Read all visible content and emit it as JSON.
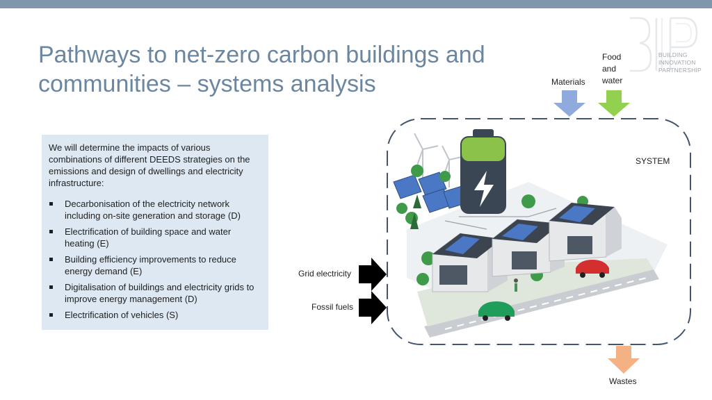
{
  "slide": {
    "title": "Pathways to net-zero carbon buildings and communities – systems analysis"
  },
  "logo": {
    "line1": "BUILDING",
    "line2": "INNOVATION",
    "line3": "PARTNERSHIP"
  },
  "textbox": {
    "intro": "We will determine the impacts of various combinations of different DEEDS strategies on the emissions and design of dwellings and electricity infrastructure:",
    "bullets": [
      "Decarbonisation of the electricity network including on-site generation and storage (D)",
      "Electrification of building space and water heating (E)",
      "Building efficiency improvements to reduce energy demand (E)",
      "Digitalisation of buildings and electricity grids to improve energy management (D)",
      "Electrification of vehicles (S)"
    ]
  },
  "flows": {
    "materials": "Materials",
    "food_water": "Food and water",
    "system": "SYSTEM",
    "grid_electricity": "Grid electricity",
    "fossil_fuels": "Fossil fuels",
    "wastes": "Wastes"
  },
  "colors": {
    "title": "#6b86a0",
    "top_bar": "#7f96ad",
    "textbox_bg": "#dde8f3",
    "materials_arrow": "#8faadc",
    "food_water_arrow": "#92d050",
    "wastes_arrow": "#f4b183",
    "input_arrows": "#000000",
    "system_boundary": "#44546a"
  }
}
